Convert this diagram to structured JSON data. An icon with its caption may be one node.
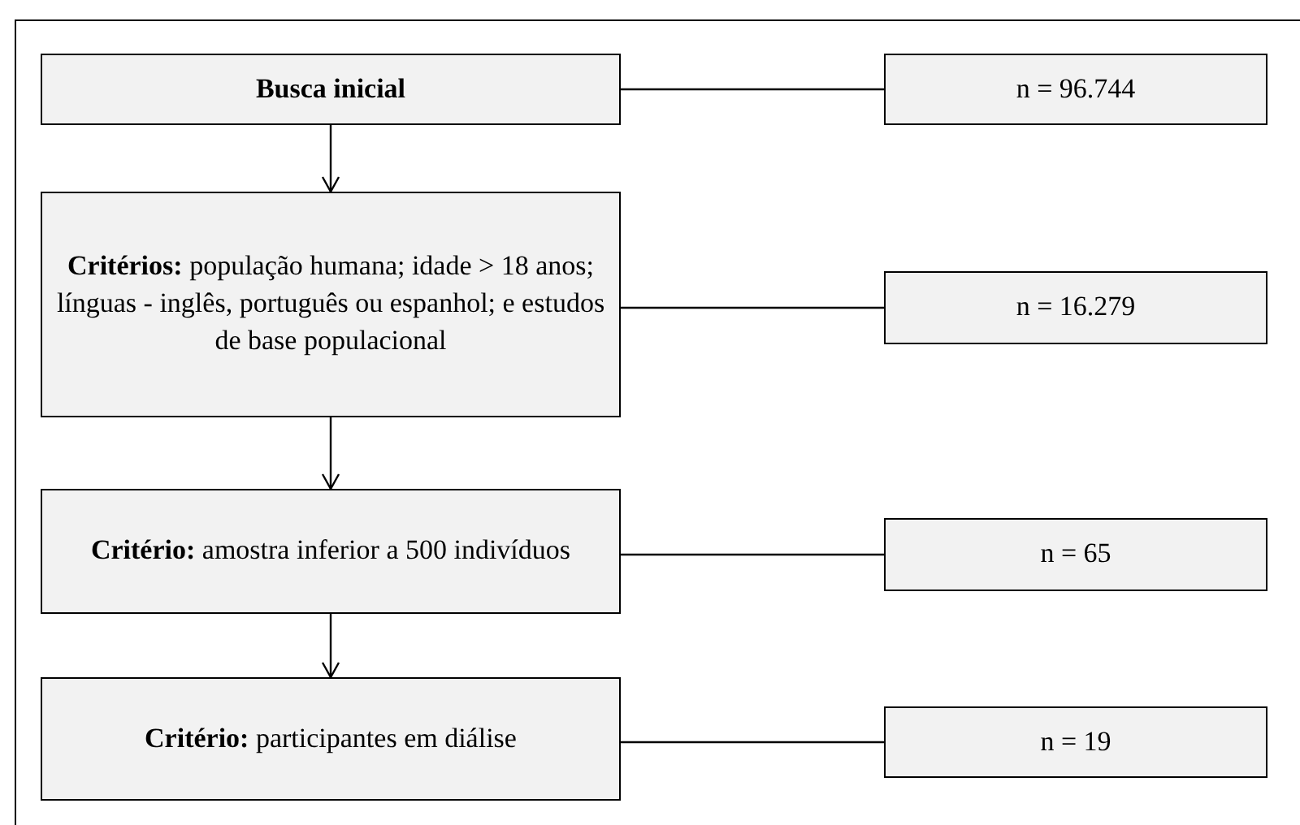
{
  "diagram": {
    "nodes": [
      {
        "text": [
          "Busca inicial"
        ]
      },
      {
        "text": [
          "n = 96.744"
        ]
      },
      {
        "text": [
          "**Critérios:** população humana; idade > 18 anos; línguas - inglês, português ou espanhol; e estudos de base populacional"
        ]
      },
      {
        "text": [
          "n = 16.279"
        ]
      },
      {
        "text": [
          "**Critério:** amostra inferior a 500 indivíduos"
        ]
      },
      {
        "text": [
          "n = 65"
        ]
      },
      {
        "text": [
          "**Critério:** participantes em diálise"
        ]
      },
      {
        "text": [
          "n = 19"
        ]
      }
    ],
    "edges": [
      {
        "from": 0,
        "to": 1,
        "arrow": "none"
      },
      {
        "from": 0,
        "to": 2,
        "arrow": "to"
      },
      {
        "from": 2,
        "to": 3,
        "arrow": "none"
      },
      {
        "from": 2,
        "to": 4,
        "arrow": "to"
      },
      {
        "from": 4,
        "to": 5,
        "arrow": "none"
      },
      {
        "from": 4,
        "to": 6,
        "arrow": "to"
      },
      {
        "from": 6,
        "to": 7,
        "arrow": "none"
      }
    ]
  }
}
